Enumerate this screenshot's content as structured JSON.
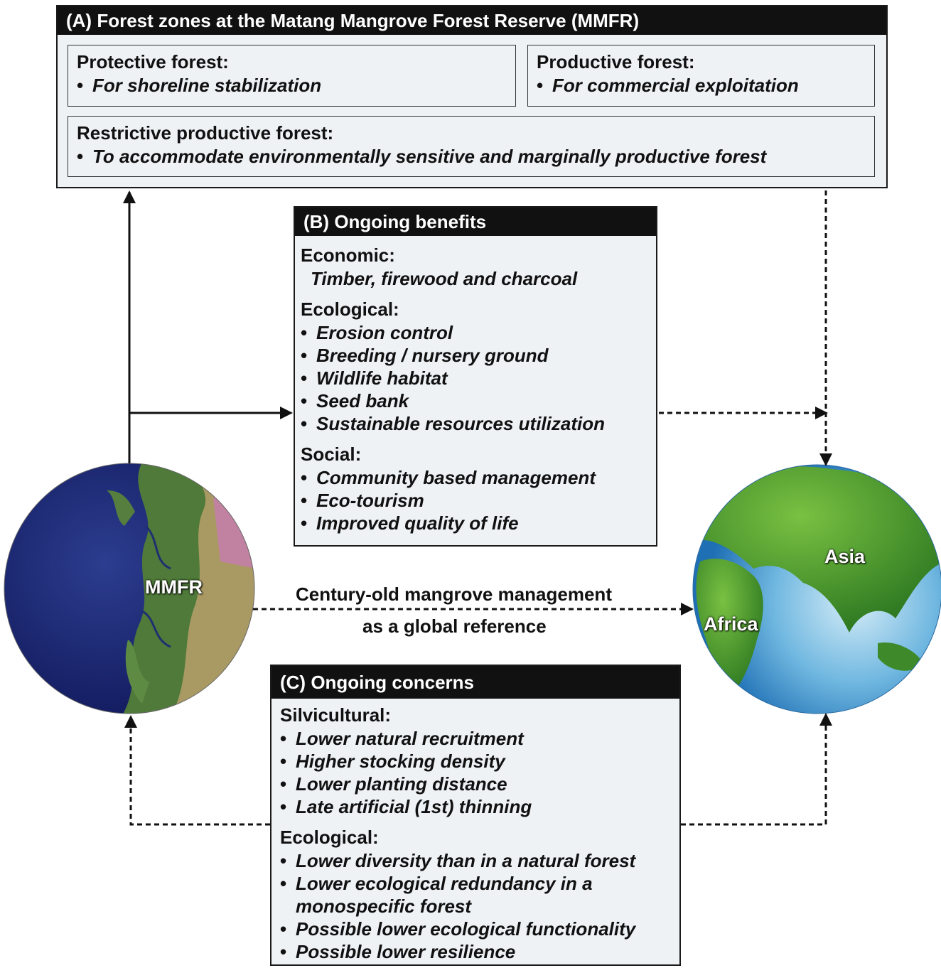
{
  "panel_a": {
    "title": "(A) Forest zones at the Matang Mangrove Forest Reserve (MMFR)",
    "protective": {
      "heading": "Protective forest:",
      "item": "For shoreline stabilization"
    },
    "productive": {
      "heading": "Productive forest:",
      "item": "For commercial exploitation"
    },
    "restrictive": {
      "heading": "Restrictive productive forest:",
      "item": "To accommodate environmentally sensitive and marginally productive forest"
    }
  },
  "panel_b": {
    "title": "(B) Ongoing benefits",
    "economic": {
      "heading": "Economic:",
      "text": "Timber, firewood and charcoal"
    },
    "ecological": {
      "heading": "Ecological:",
      "items": [
        "Erosion control",
        "Breeding / nursery ground",
        "Wildlife habitat",
        "Seed bank",
        "Sustainable resources utilization"
      ]
    },
    "social": {
      "heading": "Social:",
      "items": [
        "Community based management",
        "Eco-tourism",
        "Improved quality of life"
      ]
    }
  },
  "panel_c": {
    "title": "(C) Ongoing concerns",
    "silvicultural": {
      "heading": "Silvicultural:",
      "items": [
        "Lower natural recruitment",
        "Higher stocking density",
        "Lower planting distance",
        "Late artificial (1st) thinning"
      ]
    },
    "ecological": {
      "heading": "Ecological:",
      "items": [
        "Lower diversity than in a natural forest",
        "Lower ecological redundancy in a monospecific forest",
        "Possible lower ecological functionality",
        "Possible lower resilience"
      ]
    }
  },
  "link": {
    "line1": "Century-old mangrove management",
    "line2": "as a global reference"
  },
  "mmfr_label": "MMFR",
  "globe": {
    "asia": "Asia",
    "africa": "Africa"
  }
}
